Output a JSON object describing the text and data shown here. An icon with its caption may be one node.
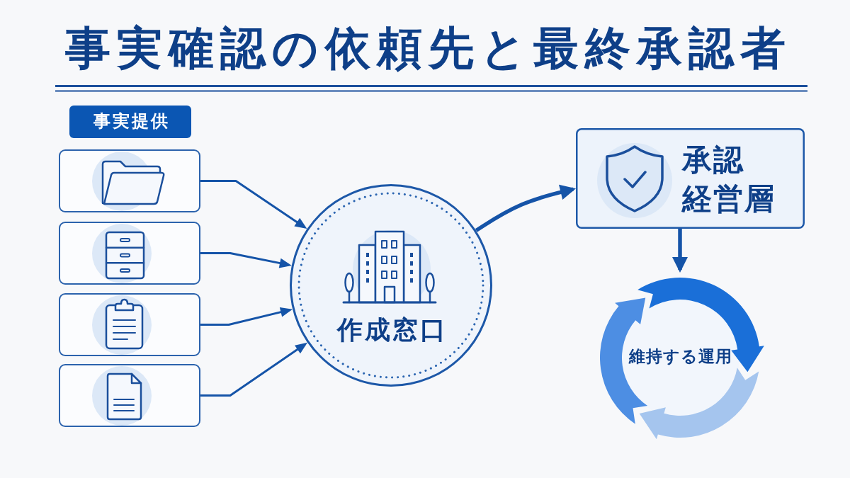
{
  "diagram": {
    "title": "事実確認の依頼先と最終承認者",
    "nodes": [
      {
        "text": [
          "事実提供"
        ]
      },
      {
        "text": [],
        "shape": "box"
      },
      {
        "text": [],
        "shape": "box"
      },
      {
        "text": [],
        "shape": "box"
      },
      {
        "text": [],
        "shape": "box"
      },
      {
        "text": [
          "作成窓口"
        ]
      },
      {
        "text": [
          "承認",
          "経営層"
        ]
      },
      {
        "text": [
          "維持する運用"
        ]
      }
    ],
    "edges": [
      {
        "from": 1,
        "to": 5,
        "arrow": "to"
      },
      {
        "from": 2,
        "to": 5,
        "arrow": "to"
      },
      {
        "from": 3,
        "to": 5,
        "arrow": "to"
      },
      {
        "from": 4,
        "to": 5,
        "arrow": "to"
      },
      {
        "from": 5,
        "to": 6,
        "arrow": "to",
        "style": "thick"
      },
      {
        "from": 6,
        "to": 7,
        "arrow": "to",
        "style": "thick"
      }
    ]
  }
}
